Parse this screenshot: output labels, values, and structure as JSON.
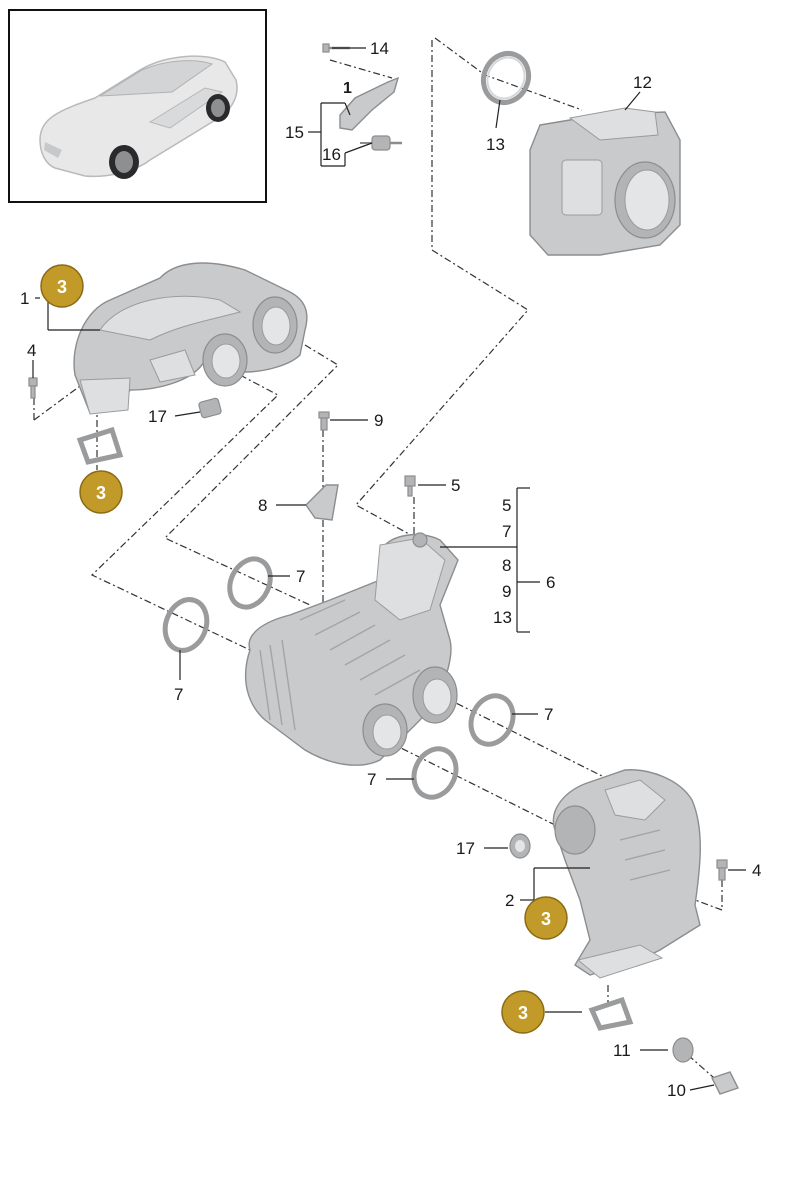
{
  "colors": {
    "badge_fill": "#c29a29",
    "badge_stroke": "#8a6c14",
    "part_fill": "#c9cacb",
    "line": "#222222"
  },
  "thumbnail": {
    "icon": "car-thumbnail-icon"
  },
  "labels": {
    "l1": "1",
    "l1_small": "1",
    "l2": "2",
    "l4_left": "4",
    "l4_right": "4",
    "l5": "5",
    "l6": "6",
    "l7_a": "7",
    "l7_b": "7",
    "l7_c": "7",
    "l7_d": "7",
    "l8": "8",
    "l9": "9",
    "l10": "10",
    "l11": "11",
    "l12": "12",
    "l13": "13",
    "l14": "14",
    "l15": "15",
    "l16": "16",
    "l17_left": "17",
    "l17_right": "17"
  },
  "group6": {
    "items": [
      "5",
      "7",
      "8",
      "9",
      "13"
    ]
  },
  "badges": [
    "3",
    "3",
    "3",
    "3"
  ]
}
